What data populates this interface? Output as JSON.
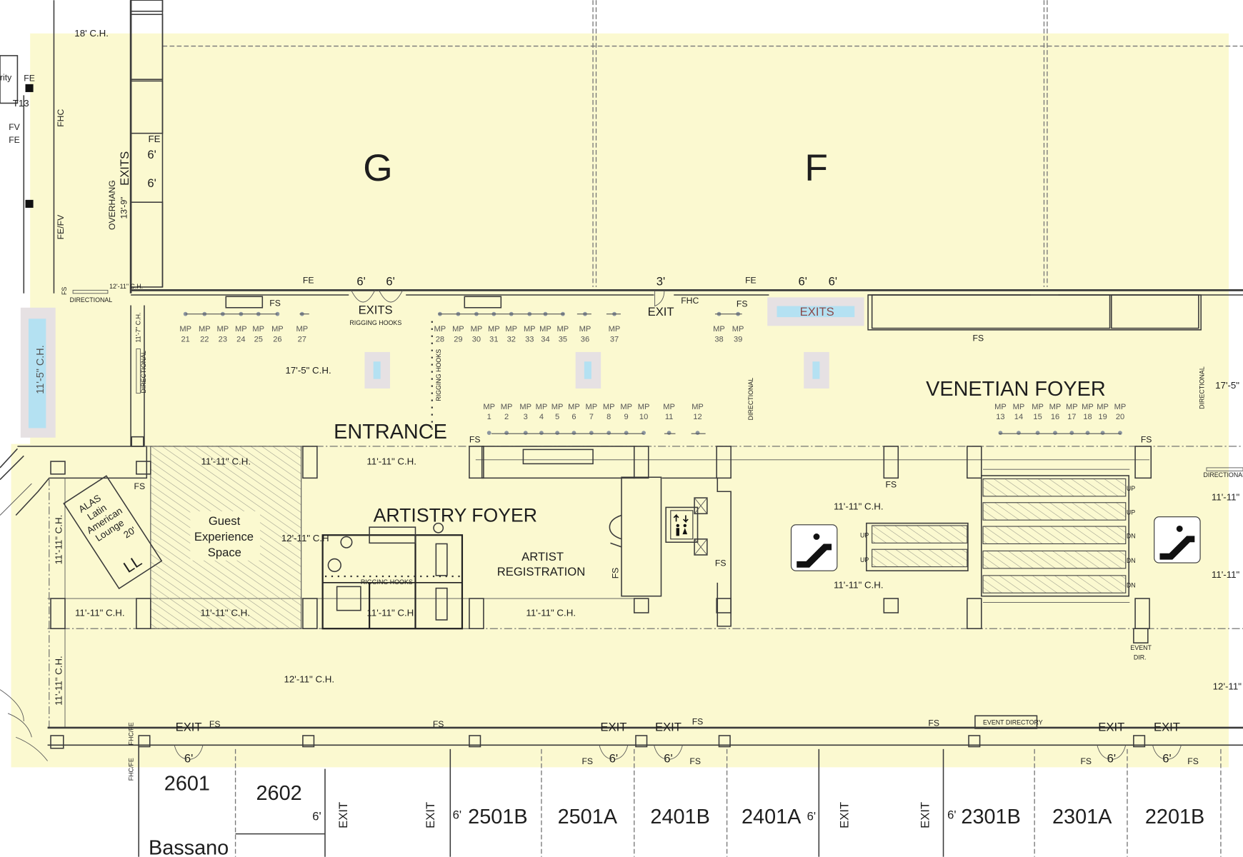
{
  "colors": {
    "floor": "#fbf9d0",
    "water": "#b4e1f2",
    "hatch": "#8a8a80",
    "wall": "#3a3a3a",
    "mp_dot": "#8c96a0"
  },
  "halls": {
    "g": "G",
    "f": "F"
  },
  "areas": {
    "entrance": "ENTRANCE",
    "artistry_foyer": "ARTISTRY FOYER",
    "venetian_foyer": "VENETIAN FOYER",
    "guest_experience": [
      "Guest",
      "Experience",
      "Space"
    ],
    "artist_registration": [
      "ARTIST",
      "REGISTRATION"
    ],
    "alas_lounge": [
      "ALAS",
      "Latin",
      "American",
      "Lounge",
      "20'"
    ],
    "alas_code": "LL"
  },
  "ceiling_heights": {
    "ch_18": "18' C.H.",
    "ch_17_5": "17'-5\" C.H.",
    "ch_17_5_right": "17'-5\"",
    "ch_11_11": "11'-11\" C.H.",
    "ch_11_11_right": "11'-11\"",
    "ch_12_11": "12'-11\" C.H.",
    "ch_12_11_short": "12'-11\" C.H",
    "ch_12_11_right": "12'-11\"",
    "ch_11_5": "11'-5\" C.H.",
    "ch_11_7": "11'-7\" C.H.",
    "ch_12_11_gh": "12'-11\" C.H."
  },
  "mp_prefix": "MP",
  "mp_numbers": [
    "21",
    "22",
    "23",
    "24",
    "25",
    "26",
    "27",
    "28",
    "29",
    "30",
    "31",
    "32",
    "33",
    "34",
    "35",
    "36",
    "37",
    "38",
    "39",
    "1",
    "2",
    "3",
    "4",
    "5",
    "6",
    "7",
    "8",
    "9",
    "10",
    "11",
    "12",
    "13",
    "14",
    "15",
    "16",
    "17",
    "18",
    "19",
    "20"
  ],
  "labels": {
    "exits": "EXITS",
    "exit": "EXIT",
    "rigging_hooks": "RIGGING HOOKS",
    "fs": "FS",
    "fe": "FE",
    "fhc": "FHC",
    "fv": "FV",
    "fe_fv": "FE/FV",
    "fhc_fe": "FHC/FE",
    "door_6": "6'",
    "door_3": "3'",
    "t13": "T13",
    "security_partial": "rity",
    "overhang": "OVERHANG",
    "overhang_height": "13'-9\"",
    "directional": "DIRECTIONAL",
    "event_directory": "EVENT DIRECTORY",
    "event_dir": [
      "EVENT",
      "DIR."
    ],
    "up": "UP",
    "dn": "DN"
  },
  "rooms": [
    "2601",
    "2602",
    "2501B",
    "2501A",
    "2401B",
    "2401A",
    "2301B",
    "2301A",
    "2201B",
    "Bassano"
  ]
}
